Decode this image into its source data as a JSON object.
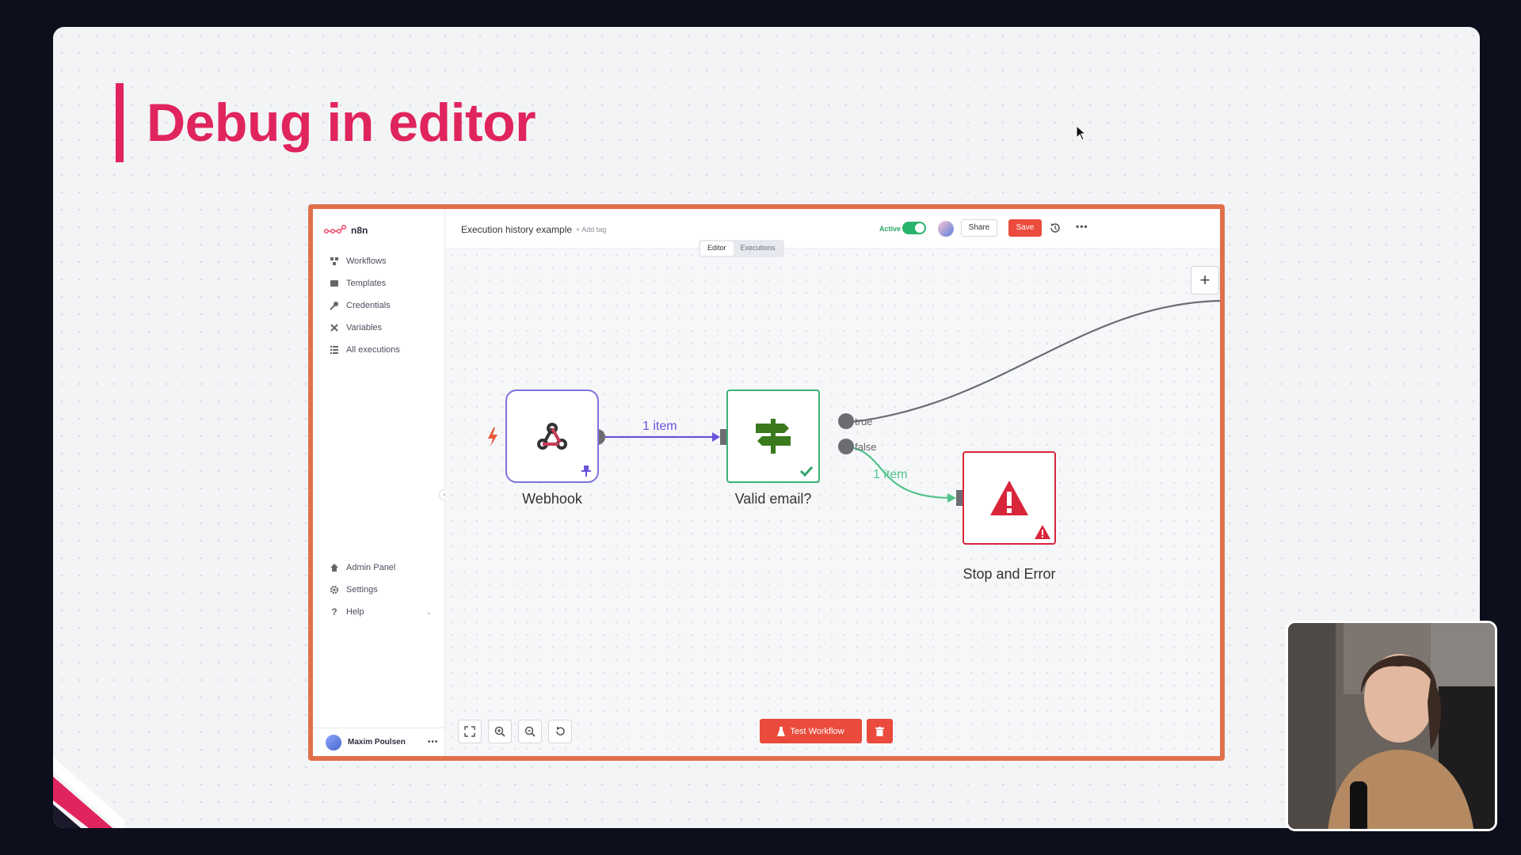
{
  "slide": {
    "title": "Debug in editor"
  },
  "app": {
    "logo": "n8n",
    "workflow_name": "Execution history example",
    "add_tag": "+ Add tag",
    "active_label": "Active",
    "share_label": "Share",
    "save_label": "Save",
    "tabs": [
      {
        "label": "Editor",
        "selected": true
      },
      {
        "label": "Executions",
        "selected": false
      }
    ],
    "sidebar": {
      "items": [
        {
          "label": "Workflows",
          "icon": "workflows-icon"
        },
        {
          "label": "Templates",
          "icon": "templates-icon"
        },
        {
          "label": "Credentials",
          "icon": "key-icon"
        },
        {
          "label": "Variables",
          "icon": "variables-icon"
        },
        {
          "label": "All executions",
          "icon": "list-icon"
        }
      ],
      "bottom_items": [
        {
          "label": "Admin Panel",
          "icon": "home-icon"
        },
        {
          "label": "Settings",
          "icon": "gear-icon"
        },
        {
          "label": "Help",
          "icon": "help-icon"
        }
      ],
      "user_name": "Maxim Poulsen"
    },
    "canvas": {
      "nodes": [
        {
          "label": "Webhook",
          "icon": "webhook-icon"
        },
        {
          "label": "Valid email?",
          "icon": "if-signpost-icon"
        },
        {
          "label": "Stop and Error",
          "icon": "warning-icon"
        }
      ],
      "connections": [
        {
          "from": "Webhook",
          "to": "Valid email?",
          "label": "1 item"
        },
        {
          "from": "Valid email?",
          "output": "false",
          "to": "Stop and Error",
          "label": "1 item"
        }
      ],
      "outputs": [
        "true",
        "false"
      ]
    },
    "test_workflow_label": "Test Workflow",
    "colors": {
      "accent": "#ea4b3c",
      "slide_title": "#e0245e",
      "frame": "#e26f4c",
      "active": "#29b36d"
    }
  }
}
